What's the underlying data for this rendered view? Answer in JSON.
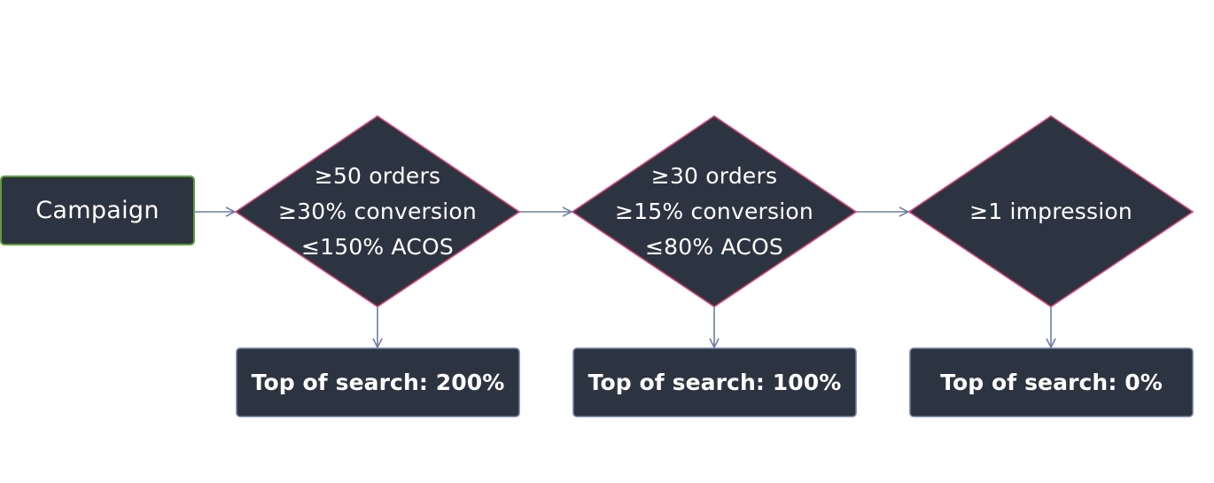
{
  "start": {
    "label": "Campaign"
  },
  "conditions": [
    {
      "lines": [
        "≥50 orders",
        "≥30% conversion",
        "≤150% ACOS"
      ]
    },
    {
      "lines": [
        "≥30 orders",
        "≥15% conversion",
        "≤80% ACOS"
      ]
    },
    {
      "lines": [
        "≥1 impression"
      ]
    }
  ],
  "results": [
    {
      "label": "Top of search: 200%"
    },
    {
      "label": "Top of search: 100%"
    },
    {
      "label": "Top of search: 0%"
    }
  ],
  "colors": {
    "node_fill": "#2d3441",
    "start_border": "#5f9e3c",
    "condition_border": "#d6457a",
    "result_border": "#6d7fa6",
    "connector": "#6d7fa6",
    "text": "#ffffff"
  }
}
